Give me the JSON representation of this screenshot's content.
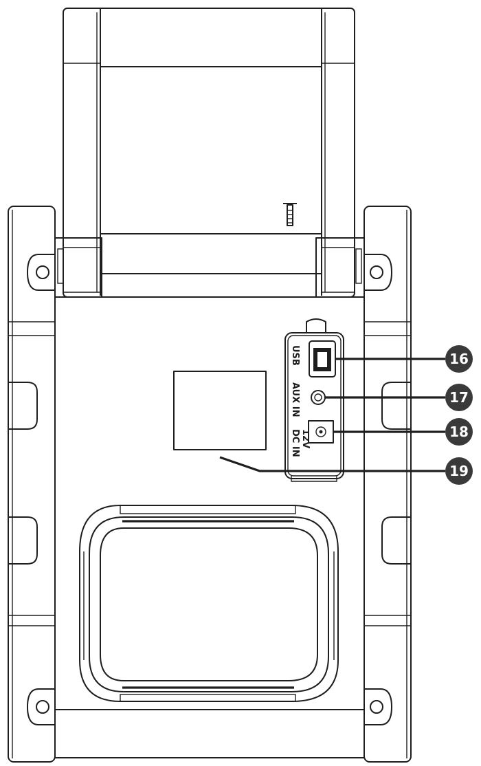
{
  "ports": {
    "usb_label": "USB",
    "aux_label": "AUX IN",
    "dc_label": "DC IN",
    "dc_voltage": "12V"
  },
  "callouts": [
    {
      "number": "16",
      "target": "usb-port"
    },
    {
      "number": "17",
      "target": "aux-in-jack"
    },
    {
      "number": "18",
      "target": "dc-in-jack"
    },
    {
      "number": "19",
      "target": "label-plate"
    }
  ],
  "colors": {
    "line": "#1e1e1e",
    "callout_fill": "#3a3a3a",
    "callout_text": "#ffffff"
  }
}
